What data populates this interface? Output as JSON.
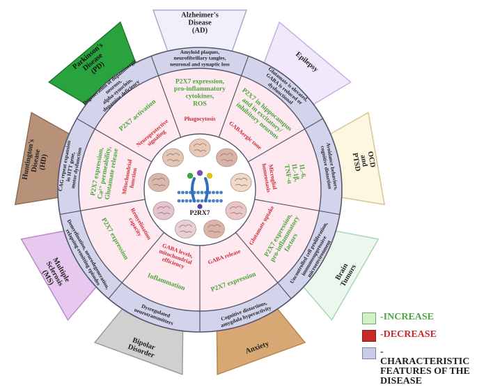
{
  "diseases": [
    {
      "id": "ad",
      "name": "Alzheimer's Disease (AD)",
      "lines": [
        "Alzheimer's",
        "Disease",
        "(AD)"
      ],
      "fill": "#f0f0fb",
      "stroke": "#a7a7d6",
      "color": "#222222",
      "characteristic": [
        "Amyloid plaques,",
        "neurofibrillary tangles,",
        "neuronal and synaptic loss"
      ],
      "increase": [
        "P2X7 expression,",
        "pro-inflammatory",
        "cytokines,",
        "ROS"
      ],
      "decrease": [
        "Phagocytosis"
      ]
    },
    {
      "id": "epilepsy",
      "name": "Epilepsy",
      "lines": [
        "Epilepsy"
      ],
      "fill": "#f2e8fb",
      "stroke": "#c8aee4",
      "color": "#222222",
      "characteristic": [
        "Glutamate is elevated,",
        "GABA is reduced or",
        "dysfunctional"
      ],
      "increase": [
        "P2X7 in hippocampus",
        "and in excitatory/",
        "inhibitory neurons"
      ],
      "decrease": [
        "GABAergic tone"
      ]
    },
    {
      "id": "ocd",
      "name": "OCD and PTSD",
      "lines": [
        "OCD",
        "and",
        "PTSD"
      ],
      "fill": "#fdf6e1",
      "stroke": "#d9c48e",
      "color": "#222222",
      "characteristic": [
        "Avoidance behaviors,",
        "cognitive distortion"
      ],
      "increase": [
        "IL-6,",
        "IL-1β,",
        "TNF-α"
      ],
      "decrease": [
        "Microglial",
        "homeostasis"
      ]
    },
    {
      "id": "brain-tumors",
      "name": "Brain Tumors",
      "lines": [
        "Brain",
        "Tumors"
      ],
      "fill": "#ecf8ee",
      "stroke": "#a8d8b0",
      "color": "#222222",
      "characteristic": [
        "Uncontrolled cell proliferation,",
        "immunosuppressive",
        "microenvironment"
      ],
      "increase": [
        "P2X7 expression,",
        "pro-inflammatory",
        "factors"
      ],
      "decrease": [
        "Glutamate uptake"
      ]
    },
    {
      "id": "anxiety",
      "name": "Anxiety",
      "lines": [
        "Anxiety"
      ],
      "fill": "#d7a873",
      "stroke": "#b7864f",
      "color": "#222222",
      "characteristic": [
        "Cognitive distortions,",
        "amygdala hyperactivity"
      ],
      "increase": [
        "P2X7 expression"
      ],
      "decrease": [
        "GABA release"
      ]
    },
    {
      "id": "bipolar",
      "name": "Bipolar Disorder",
      "lines": [
        "Bipolar",
        "Disorder"
      ],
      "fill": "#d0d0d0",
      "stroke": "#9b9b9b",
      "color": "#222222",
      "characteristic": [
        "Dysregulated",
        "neurotransmitters"
      ],
      "increase": [
        "Inflammation"
      ],
      "decrease": [
        "GABA levels,",
        "mitochondrial",
        "efficiency"
      ]
    },
    {
      "id": "ms",
      "name": "Multiple Sclerosis (MS)",
      "lines": [
        "Multiple",
        "Sclerosis",
        "(MS)"
      ],
      "fill": "#e7c9f0",
      "stroke": "#b98ac8",
      "color": "#222222",
      "characteristic": [
        "Demyelination, neurodegeneration,",
        "relapsing-remitting episodes"
      ],
      "increase": [
        "P2X7 expression"
      ],
      "decrease": [
        "Remyelination",
        "capacity"
      ]
    },
    {
      "id": "hd",
      "name": "Huntington's Disease (HD)",
      "lines": [
        "Huntington's",
        "Disease",
        "(HD)"
      ],
      "fill": "#b89278",
      "stroke": "#8d6b55",
      "color": "#222222",
      "characteristic": [
        "CAG repeat expansion",
        "in HTT gene,",
        "motor dysfunction"
      ],
      "increase": [
        "P2X7 expression,",
        "Ca²⁺ permeability,",
        "Glutamate release"
      ],
      "decrease": [
        "Mitochondrial",
        "function"
      ]
    },
    {
      "id": "pd",
      "name": "Parkinson's Disease (PD)",
      "lines": [
        "Parkinson's",
        "Disease",
        "(PD)"
      ],
      "fill": "#29a33d",
      "stroke": "#1d7a2c",
      "color": "#111111",
      "characteristic": [
        "Degeneration of dopaminergic",
        "neurons,",
        "alpha-synuclein,",
        "dopamine deficiency"
      ],
      "increase": [
        "P2X7 activation"
      ],
      "decrease": [
        "Neuroprotective",
        "signaling"
      ]
    }
  ],
  "center": {
    "label": "P2RX7"
  },
  "legend": [
    {
      "id": "increase",
      "label": "-INCREASE",
      "lines": [
        "-INCREASE"
      ],
      "box": "#d3f0c9",
      "border": "#6aaa5c",
      "text_color": "#4ea546"
    },
    {
      "id": "decrease",
      "label": "-DECREASE",
      "lines": [
        "-DECREASE"
      ],
      "box": "#c92a2a",
      "border": "#8e1a1a",
      "text_color": "#c8292f"
    },
    {
      "id": "characteristic",
      "label": "-CHARACTERISTIC FEATURES OF THE DISEASE",
      "lines": [
        "-CHARACTERISTIC",
        "FEATURES OF THE",
        "DISEASE"
      ],
      "box": "#c9cce8",
      "border": "#7d81b4",
      "text_color": "#1f1f1f"
    }
  ],
  "colors": {
    "increase": "#4aa53c",
    "decrease": "#cf2a33",
    "characteristic_text": "#1f1f1f",
    "outer_ring": "#d3d4ec",
    "middle_ring": "#fde9ef",
    "divider": "#55566a"
  }
}
